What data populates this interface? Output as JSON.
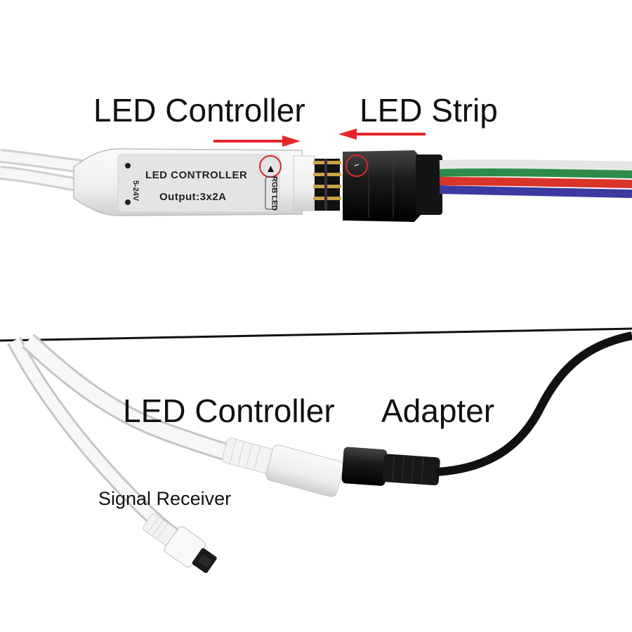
{
  "labels": {
    "top_controller": "LED Controller",
    "top_strip": "LED Strip",
    "bottom_controller": "LED Controller",
    "bottom_adapter": "Adapter",
    "signal_receiver": "Signal Receiver"
  },
  "device_print": {
    "title": "LED CONTROLLER",
    "output": "Output:3x2A",
    "voltage": "5-24V",
    "rgb": "RGB LED"
  },
  "colors": {
    "arrow": "#e8262a",
    "highlight_circle": "#d8282c",
    "wire_green": "#2e8b4a",
    "wire_red": "#d8342a",
    "wire_blue": "#3a3aa0",
    "adapter_cable": "#111111"
  }
}
